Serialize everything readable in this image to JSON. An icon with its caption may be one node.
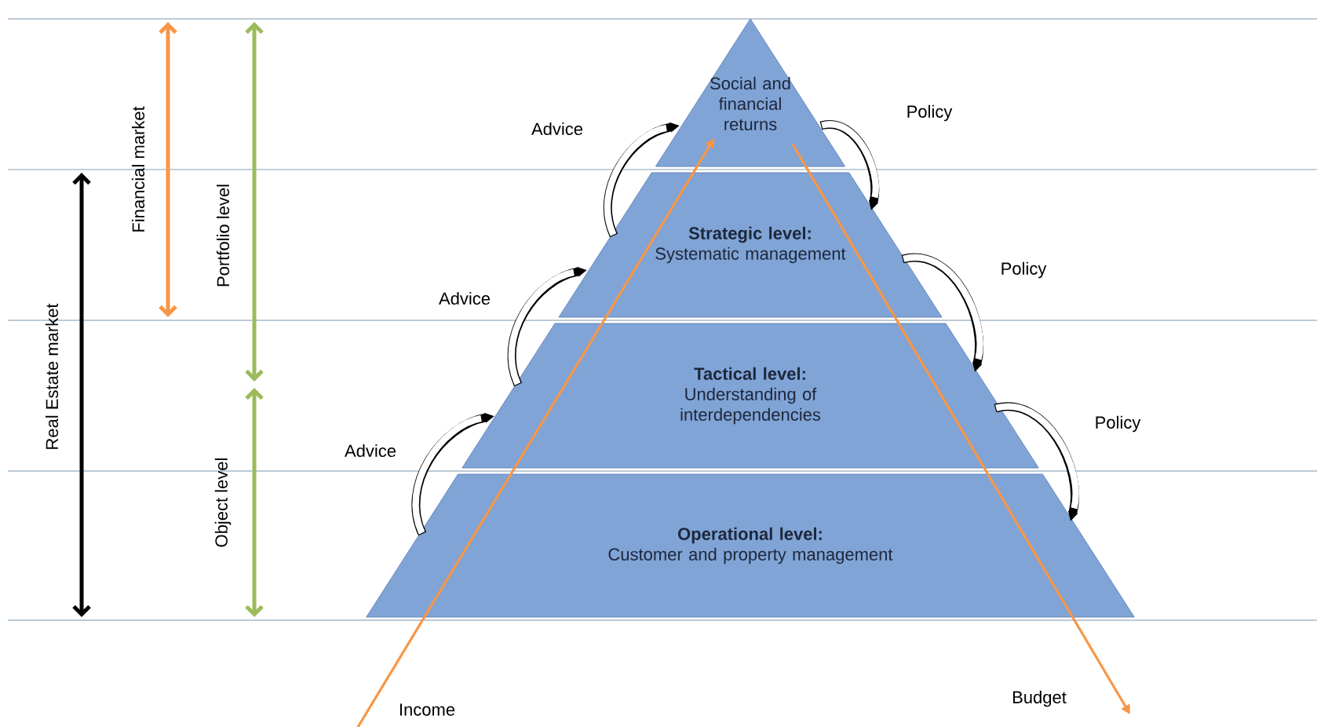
{
  "diagram": {
    "nodes": [
      {
        "text": [
          "Social and financial returns"
        ]
      },
      {
        "text": [
          "Strategic level:",
          "Systematic management"
        ]
      },
      {
        "text": [
          "Tactical level:",
          "Understanding of interdependencies"
        ]
      },
      {
        "text": [
          "Operational level:",
          "Customer and property management"
        ]
      }
    ],
    "edges": [
      {
        "from": 1,
        "to": 0,
        "arrow": "to",
        "label": "Advice"
      },
      {
        "from": 0,
        "to": 1,
        "arrow": "to",
        "label": "Policy"
      },
      {
        "from": 2,
        "to": 1,
        "arrow": "to",
        "label": "Advice"
      },
      {
        "from": 1,
        "to": 2,
        "arrow": "to",
        "label": "Policy"
      },
      {
        "from": 3,
        "to": 2,
        "arrow": "to",
        "label": "Advice"
      },
      {
        "from": 2,
        "to": 3,
        "arrow": "to",
        "label": "Policy"
      },
      {
        "from": null,
        "to": 0,
        "arrow": "to",
        "label": "Income",
        "color": "#f79646"
      },
      {
        "from": 0,
        "to": null,
        "arrow": "to",
        "label": "Budget",
        "color": "#f79646"
      }
    ],
    "labels": [
      "Financial market",
      "Portfolio level",
      "Real Estate market",
      "Object level"
    ]
  }
}
